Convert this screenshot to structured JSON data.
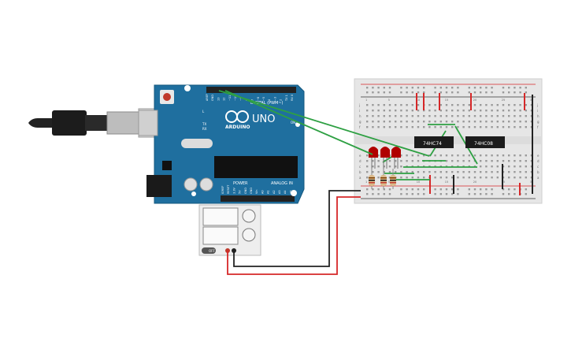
{
  "arduino": {
    "brand": "ARDUINO",
    "model": "UNO",
    "digital_label": "DIGITAL (PWM~)",
    "power_label": "POWER",
    "analog_label": "ANALOG IN",
    "on_label": "ON",
    "led_labels": {
      "l": "L",
      "tx": "TX",
      "rx": "RX"
    },
    "top_pin_labels": [
      "AREF",
      "GND",
      "13",
      "12",
      "~11",
      "~10",
      "~9",
      "8",
      "7",
      "~6",
      "~5",
      "4",
      "~3",
      "2",
      "TX 1",
      "RX 0"
    ],
    "bottom_pin_labels": [
      "IOREF",
      "RESET",
      "3.3V",
      "5V",
      "GND",
      "GND",
      "Vin",
      "A0",
      "A1",
      "A2",
      "A3",
      "A4",
      "A5"
    ]
  },
  "chips": {
    "chip1": "74HC74",
    "chip2": "74HC08"
  },
  "breadboard": {
    "row_letters_top": [
      "j",
      "i",
      "h",
      "g",
      "f"
    ],
    "row_letters_bottom": [
      "e",
      "d",
      "c",
      "b",
      "a"
    ],
    "column_numbers": [
      "1",
      "5",
      "10",
      "15",
      "20",
      "25",
      "30"
    ]
  },
  "power_supply": {
    "switch_label": "OFF"
  },
  "colors": {
    "wire_green": "#2ea043",
    "wire_red": "#d62728",
    "wire_black": "#222222",
    "arduino_blue": "#1f6f9f",
    "led_red": "#b00000"
  }
}
